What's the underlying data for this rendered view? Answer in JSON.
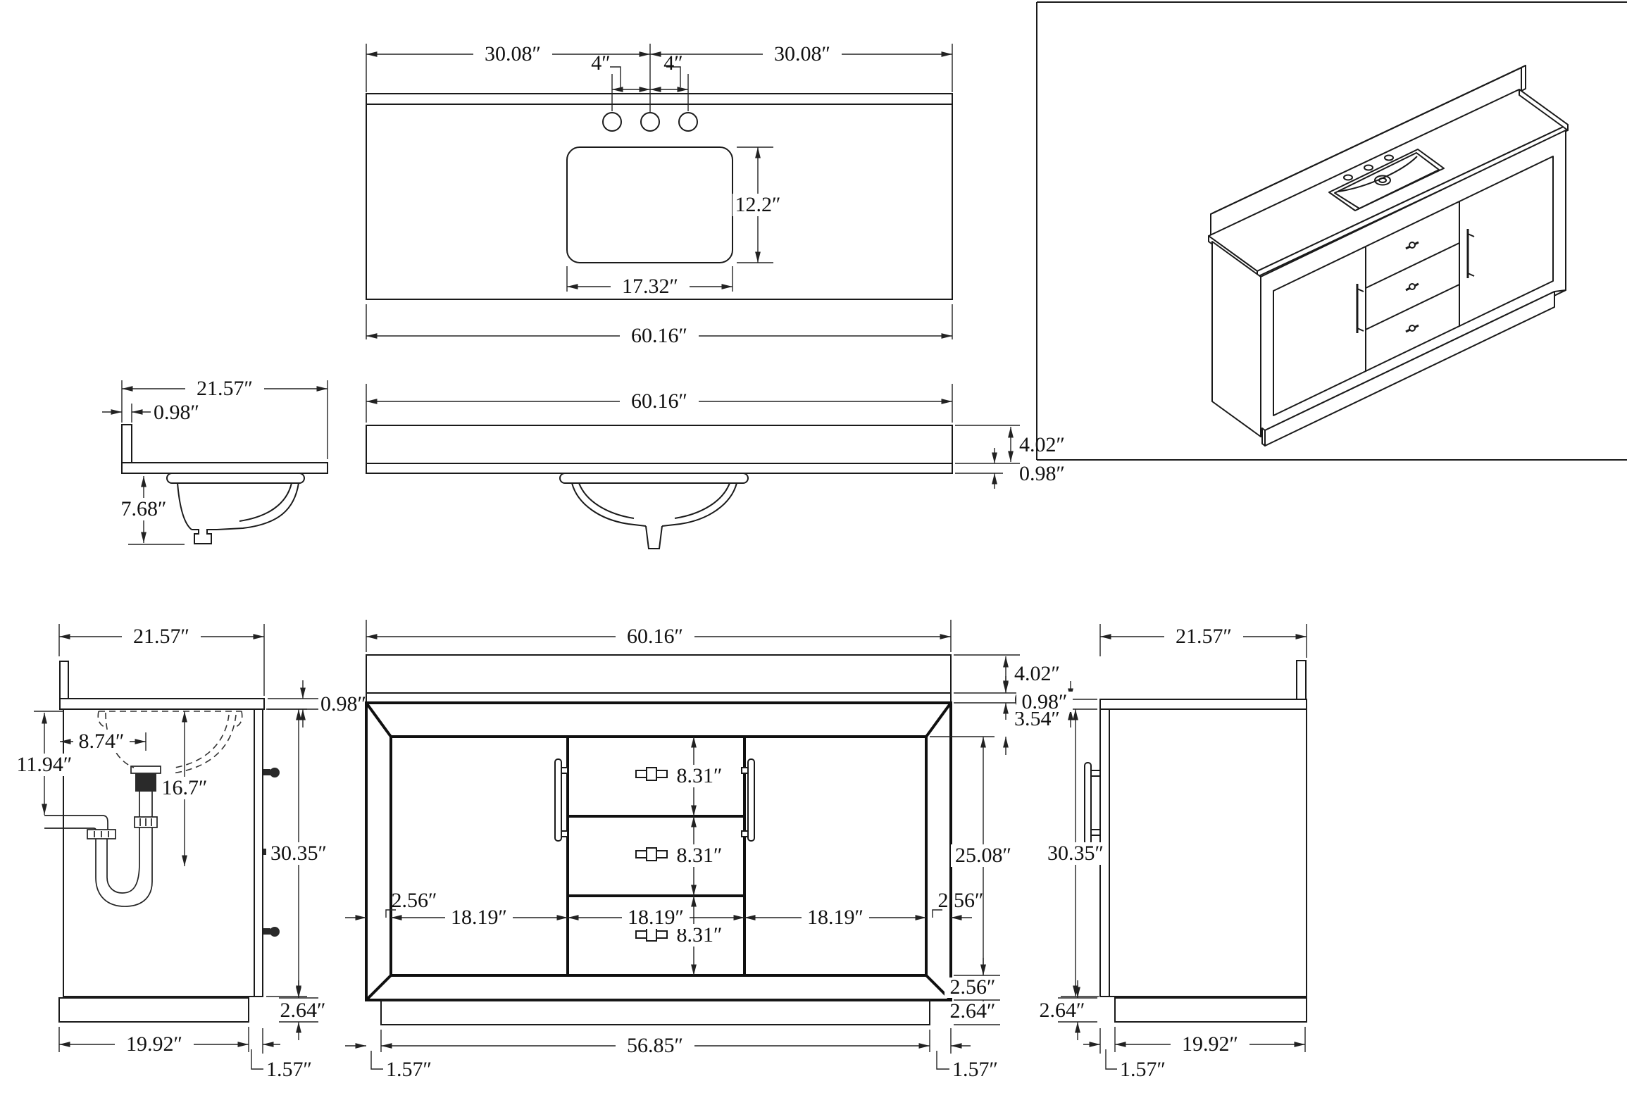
{
  "plan": {
    "dim_left": "30.08″",
    "dim_right": "30.08″",
    "dim_hole_left": "4″",
    "dim_hole_right": "4″",
    "dim_cutout_height": "12.2″",
    "dim_cutout_width": "17.32″",
    "dim_total_width": "60.16″"
  },
  "counter_side": {
    "dim_depth": "21.57″",
    "dim_backsplash_thk": "0.98″",
    "dim_bowl_depth": "7.68″"
  },
  "counter_front": {
    "dim_width": "60.16″",
    "dim_backsplash_h": "4.02″",
    "dim_counter_thk": "0.98″"
  },
  "cabinet_side_left": {
    "dim_depth": "21.57″",
    "dim_counter_thk": "0.98″",
    "dim_drain_offset": "8.74″",
    "dim_drain_height": "11.94″",
    "dim_bowl_clearance": "16.7″",
    "dim_body_height": "30.35″",
    "dim_base_height": "2.64″",
    "dim_base_depth": "19.92″",
    "dim_toe_recess": "1.57″"
  },
  "cabinet_front": {
    "dim_width": "60.16″",
    "dim_backsplash_h": "4.02″",
    "dim_counter_thk": "0.98″",
    "dim_top_rail": "3.54″",
    "dim_drawer_1": "8.31″",
    "dim_drawer_2": "8.31″",
    "dim_drawer_3": "8.31″",
    "dim_door_left": "18.19″",
    "dim_drawer_col": "18.19″",
    "dim_door_right": "18.19″",
    "dim_stile_left": "2.56″",
    "dim_stile_right": "2.56″",
    "dim_face_height": "25.08″",
    "dim_bottom_rail": "2.56″",
    "dim_base_height": "2.64″",
    "dim_base_width": "56.85″",
    "dim_toe_left": "1.57″",
    "dim_toe_right": "1.57″"
  },
  "cabinet_side_right": {
    "dim_depth": "21.57″",
    "dim_counter_thk": "0.98″",
    "dim_body_height": "30.35″",
    "dim_base_height": "2.64″",
    "dim_base_depth": "19.92″",
    "dim_toe_recess": "1.57″"
  },
  "colors": {
    "line": "#1a1a1a",
    "dim": "#222222",
    "background": "#ffffff"
  }
}
